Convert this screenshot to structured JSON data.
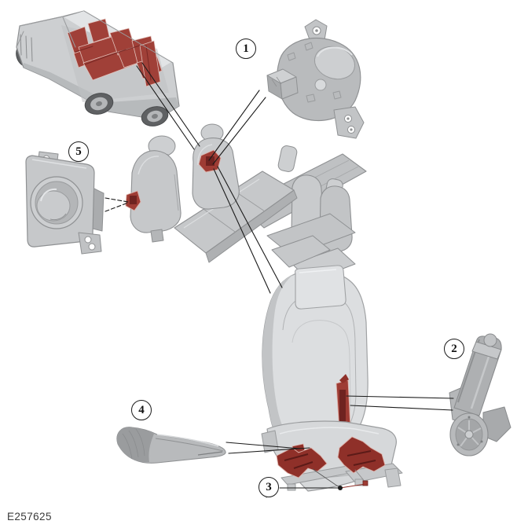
{
  "figure": {
    "id": "E257625"
  },
  "callouts": [
    {
      "number": "1",
      "name": "seatback-fold-motor"
    },
    {
      "number": "2",
      "name": "seat-recline-motor"
    },
    {
      "number": "3",
      "name": "seat-track-motors"
    },
    {
      "number": "4",
      "name": "armrest"
    },
    {
      "number": "5",
      "name": "seat-control-switch"
    }
  ],
  "colors": {
    "background": "#ffffff",
    "component_gray": "#c6c8ca",
    "component_gray_dark": "#9a9c9e",
    "highlight_red": "#9e3c34",
    "highlight_red_dark": "#6f2320",
    "leader_line": "#1a1a1a"
  }
}
